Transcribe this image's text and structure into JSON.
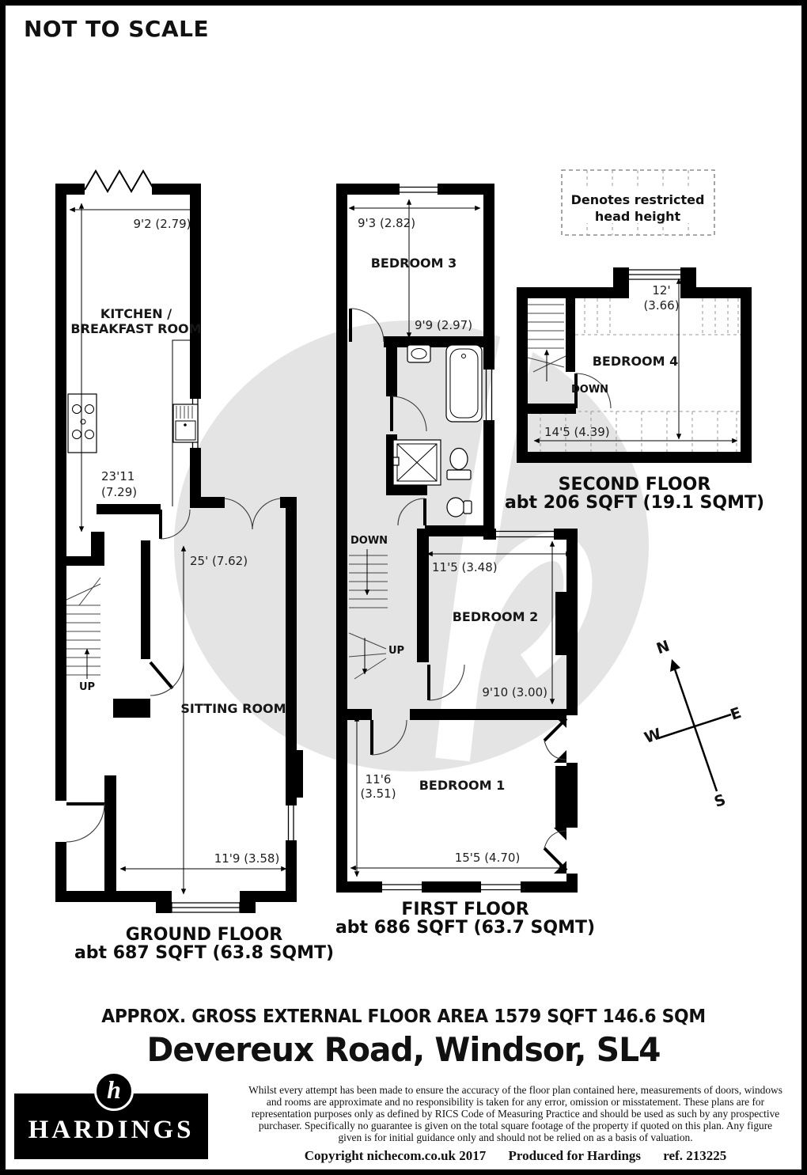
{
  "page": {
    "not_to_scale": "NOT TO SCALE"
  },
  "legend": {
    "line1": "Denotes restricted",
    "line2": "head height"
  },
  "compass": {
    "n": "N",
    "e": "E",
    "s": "S",
    "w": "W"
  },
  "ground_floor": {
    "title": "GROUND FLOOR",
    "area": "abt 687 SQFT (63.8 SQMT)",
    "kitchen_label_1": "KITCHEN /",
    "kitchen_label_2": "BREAKFAST ROOM",
    "sitting_label": "SITTING ROOM",
    "up_label": "UP",
    "dim_top": "9'2 (2.79)",
    "dim_kitchen_1": "23'11",
    "dim_kitchen_2": "(7.29)",
    "dim_sitting": "25' (7.62)",
    "dim_bottom": "11'9 (3.58)"
  },
  "first_floor": {
    "title": "FIRST FLOOR",
    "area": "abt 686 SQFT (63.7 SQMT)",
    "bedroom3_label": "BEDROOM 3",
    "bedroom2_label": "BEDROOM 2",
    "bedroom1_label": "BEDROOM 1",
    "down_label": "DOWN",
    "up_label": "UP",
    "dim_b3_top": "9'3 (2.82)",
    "dim_b3_side": "9'9 (2.97)",
    "dim_b2_top": "11'5 (3.48)",
    "dim_b2_side": "9'10 (3.00)",
    "dim_b1_side_1": "11'6",
    "dim_b1_side_2": "(3.51)",
    "dim_b1_bottom": "15'5 (4.70)"
  },
  "second_floor": {
    "title": "SECOND FLOOR",
    "area": "abt 206 SQFT (19.1 SQMT)",
    "bedroom4_label": "BEDROOM 4",
    "down_label": "DOWN",
    "dim_top_1": "12'",
    "dim_top_2": "(3.66)",
    "dim_bottom": "14'5 (4.39)"
  },
  "footer": {
    "gross_area": "APPROX. GROSS EXTERNAL FLOOR AREA 1579 SQFT 146.6 SQM",
    "address": "Devereux Road, Windsor, SL4",
    "logo_text": "HARDINGS",
    "logo_initial": "h",
    "disclaimer_lines": [
      "Whilst every attempt has been made to ensure the accuracy of the floor plan contained here, measurements of doors, windows",
      "and rooms are approximate and no responsibility is taken for any error, omission or misstatement.  These plans are for",
      "representation purposes only as defined by RICS Code of Measuring Practice and should be used as such by any prospective",
      "purchaser.  Specifically no guarantee is given on the total square footage of the property if quoted on this plan.  Any figure",
      "given is for initial guidance only and should not be relied on as a basis of valuation."
    ],
    "copyright": "Copyright nichecom.co.uk 2017",
    "produced": "Produced for Hardings",
    "ref": "ref. 213225"
  }
}
